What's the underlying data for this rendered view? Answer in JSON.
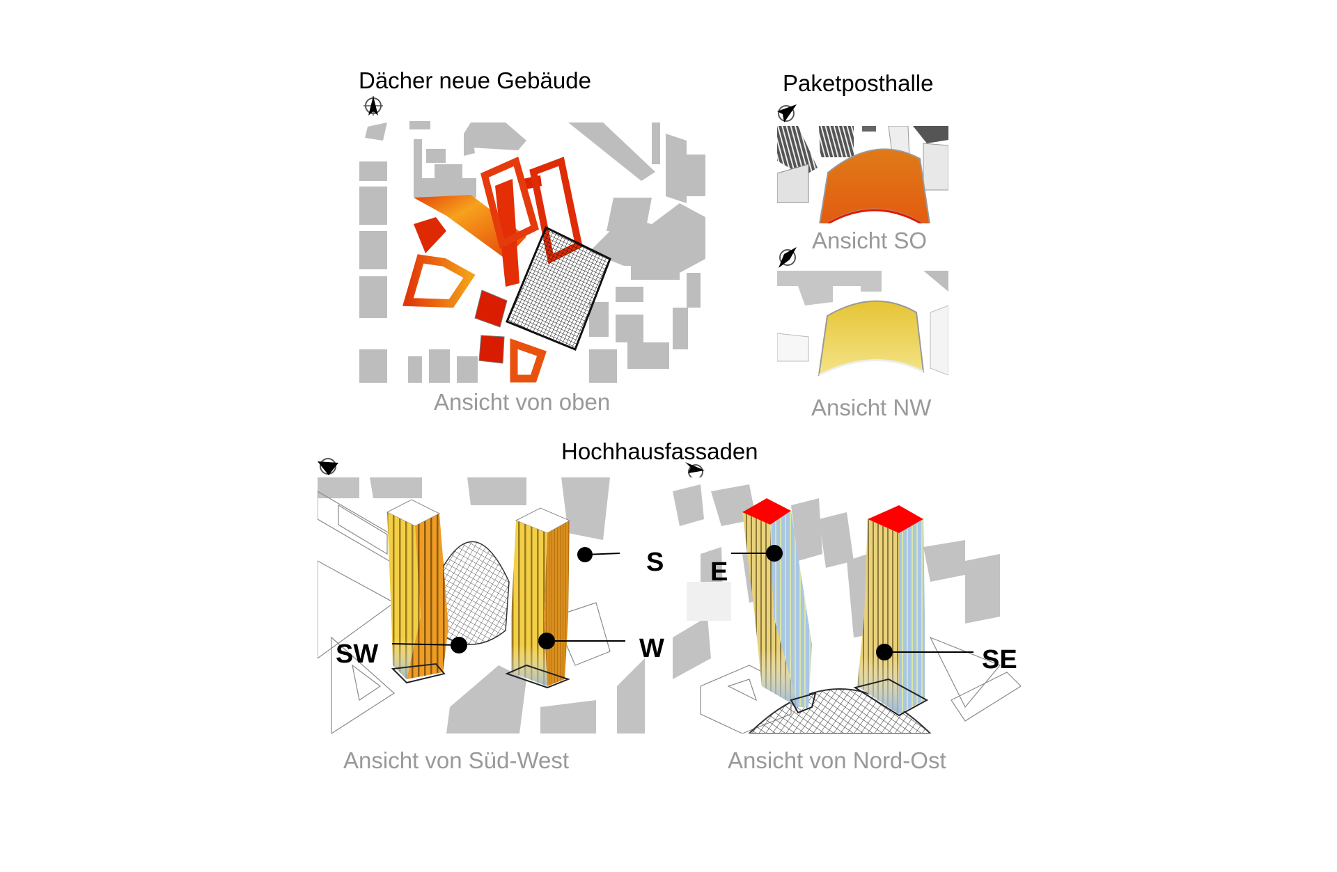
{
  "sections": {
    "roofs": {
      "title": "Dächer neue Gebäude",
      "caption": "Ansicht von oben",
      "compass": "north-arrow-icon"
    },
    "hall": {
      "title": "Paketposthalle",
      "views": [
        {
          "caption": "Ansicht SO",
          "compass": "north-arrow-icon",
          "roof_color": "#e8701c"
        },
        {
          "caption": "Ansicht NW",
          "compass": "north-arrow-icon",
          "roof_color": "#ecd24a"
        }
      ]
    },
    "towers": {
      "title": "Hochhausfassaden",
      "views": [
        {
          "caption": "Ansicht von Süd-West",
          "compass": "north-arrow-icon",
          "labels": [
            "S",
            "W",
            "SW"
          ]
        },
        {
          "caption": "Ansicht von Nord-Ost",
          "compass": "north-arrow-icon",
          "labels": [
            "E",
            "SE"
          ]
        }
      ]
    }
  },
  "colors": {
    "roof_red": "#dd1c00",
    "roof_orange": "#f08a10",
    "context_gray": "#bdbdbd",
    "facade_yellow": "#f2cf45",
    "facade_orange": "#e88a18",
    "facade_blue": "#9dbfe0",
    "tower_top_red": "#ff0000",
    "caption_gray": "#999999"
  }
}
